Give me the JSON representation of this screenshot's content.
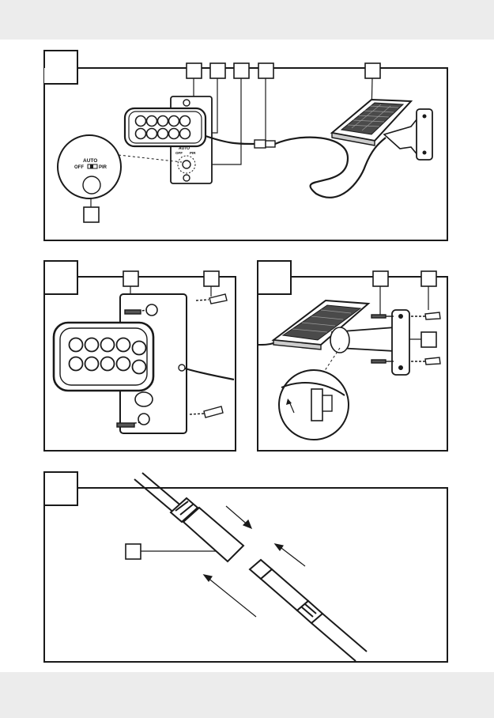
{
  "sensor_labels": {
    "auto": "AUTO",
    "off": "OFF",
    "pir": "PIR"
  },
  "panels": [
    {
      "id": "panel-1",
      "number_box": "",
      "callouts": [
        "",
        "",
        "",
        "",
        "",
        ""
      ]
    },
    {
      "id": "panel-2",
      "number_box": "",
      "callouts": [
        "",
        ""
      ]
    },
    {
      "id": "panel-3",
      "number_box": "",
      "callouts": [
        "",
        "",
        ""
      ]
    },
    {
      "id": "panel-4",
      "number_box": "",
      "callouts": [
        ""
      ]
    }
  ],
  "colors": {
    "line": "#1a1a1a",
    "band": "#ececec",
    "panel_bg": "#ffffff",
    "fixture_fill": "#f4f4f4"
  }
}
